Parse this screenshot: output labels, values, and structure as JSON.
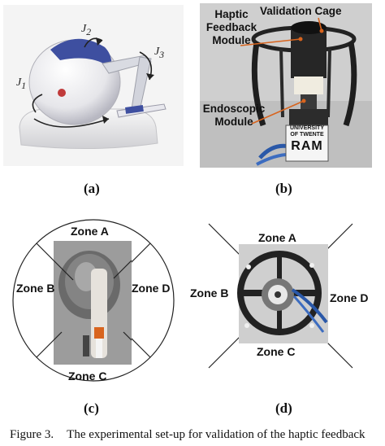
{
  "panel_a": {
    "sublabel": "(a)",
    "joints": [
      "J",
      "J",
      "J"
    ],
    "joint_subscripts": [
      "1",
      "2",
      "3"
    ]
  },
  "panel_b": {
    "sublabel": "(b)",
    "labels": {
      "validation_cage": "Validation Cage",
      "haptic_line1": "Haptic",
      "haptic_line2": "Feedback",
      "haptic_line3": "Module",
      "endo_line1": "Endoscopic",
      "endo_line2": "Module"
    },
    "sign": [
      "UNIVERSITY",
      "OF TWENTE",
      "RAM"
    ]
  },
  "panel_c": {
    "sublabel": "(c)",
    "zones": [
      "Zone A",
      "Zone B",
      "Zone C",
      "Zone D"
    ]
  },
  "panel_d": {
    "sublabel": "(d)",
    "zones": [
      "Zone A",
      "Zone B",
      "Zone C",
      "Zone D"
    ]
  },
  "caption": {
    "label": "Figure 3.",
    "text": "The experimental set-up for validation of the haptic feedback"
  },
  "colors": {
    "accent_orange": "#d8641e",
    "device_blue": "#4a5aa8"
  }
}
